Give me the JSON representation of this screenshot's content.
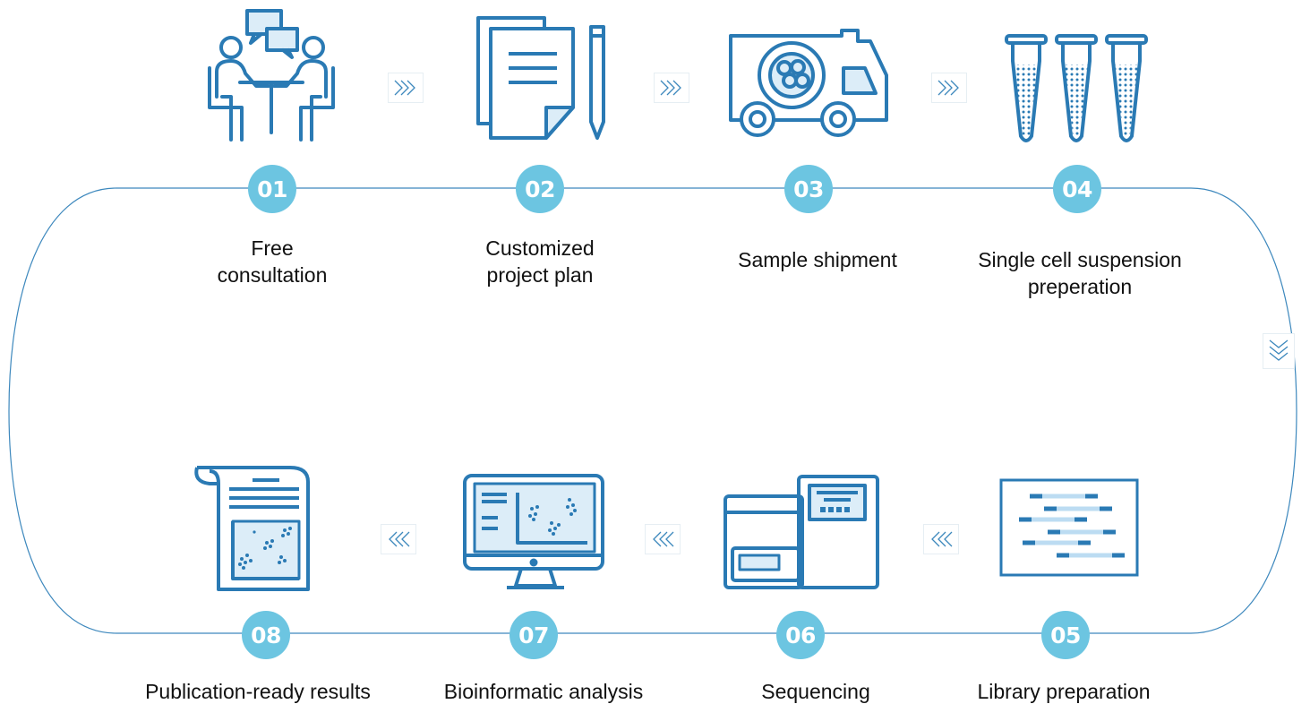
{
  "colors": {
    "icon": "#2a7ab4",
    "badge": "#6cc5e1",
    "track": "#3d88bd",
    "fill": "#dcedf8"
  },
  "steps": [
    {
      "number": "01",
      "label": "Free consultation",
      "icon": "consultation-meeting-icon"
    },
    {
      "number": "02",
      "label": "Customized project plan",
      "icon": "document-pencil-icon"
    },
    {
      "number": "03",
      "label": "Sample shipment",
      "icon": "delivery-truck-icon"
    },
    {
      "number": "04",
      "label": "Single cell suspension preperation",
      "icon": "test-tubes-icon"
    },
    {
      "number": "05",
      "label": "Library preparation",
      "icon": "library-fragments-icon"
    },
    {
      "number": "06",
      "label": "Sequencing",
      "icon": "sequencer-machine-icon"
    },
    {
      "number": "07",
      "label": "Bioinformatic analysis",
      "icon": "analysis-monitor-icon"
    },
    {
      "number": "08",
      "label": "Publication-ready results",
      "icon": "publication-scroll-icon"
    }
  ]
}
